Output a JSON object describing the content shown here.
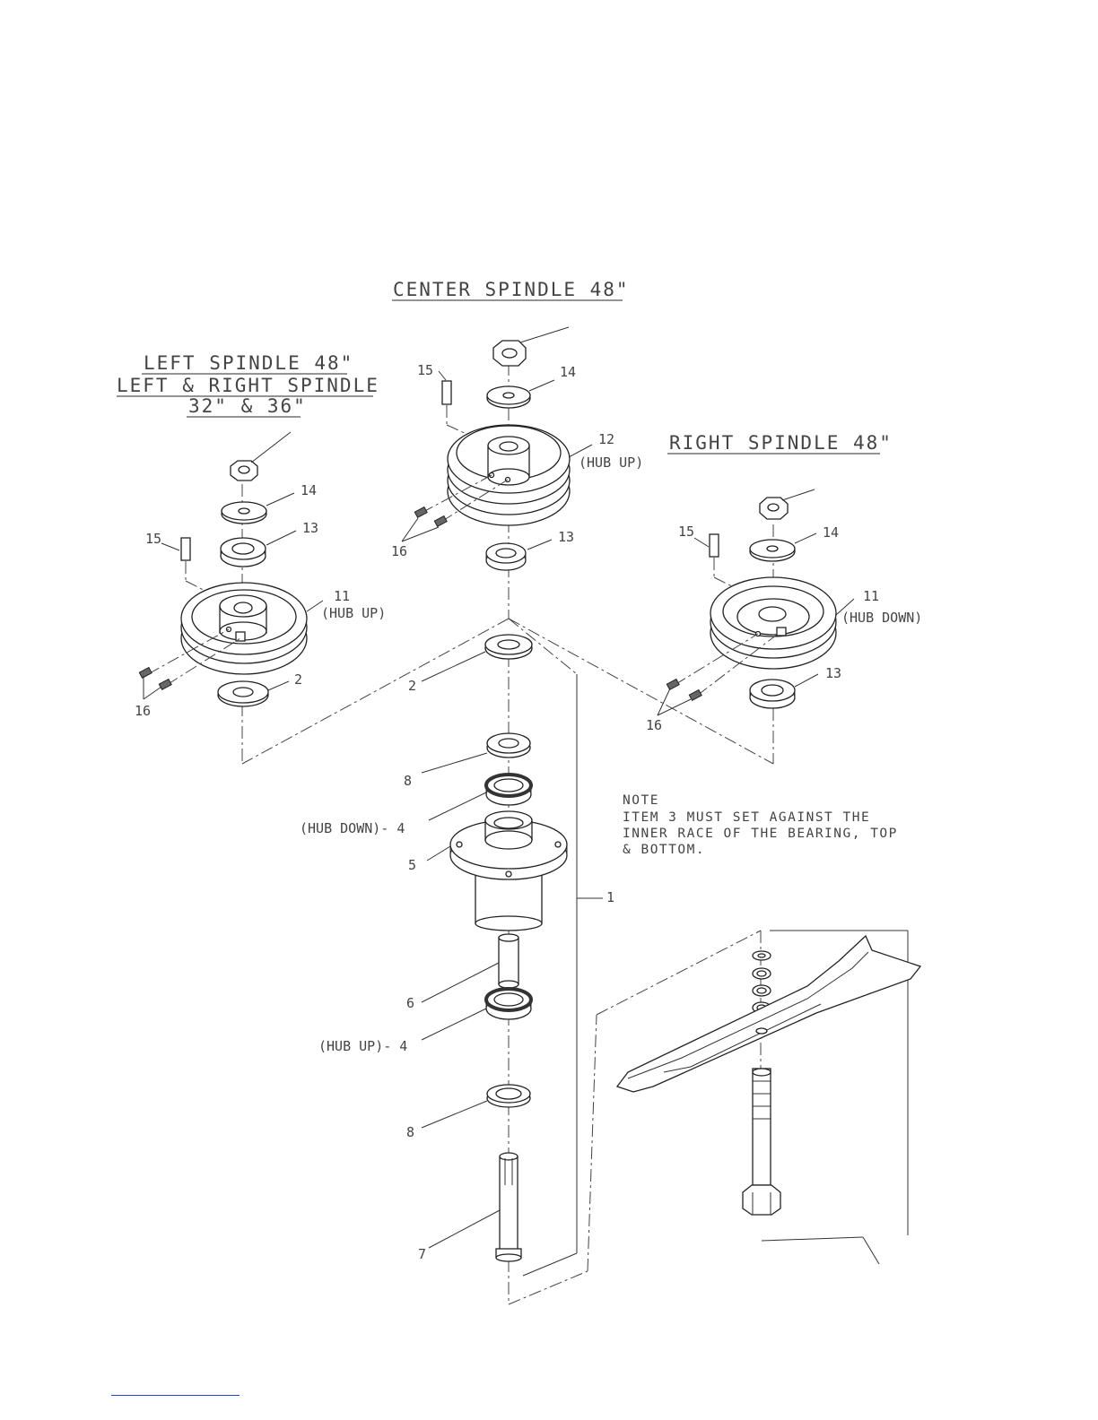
{
  "titles": {
    "center": "CENTER SPINDLE 48\"",
    "left_line1": "LEFT SPINDLE 48\"",
    "left_line2": "LEFT & RIGHT SPINDLE",
    "left_line3": "32\" & 36\"",
    "right": "RIGHT SPINDLE 48\""
  },
  "note": {
    "heading": "NOTE",
    "line1": "ITEM 3 MUST SET AGAINST THE",
    "line2": "INNER RACE OF THE BEARING, TOP",
    "line3": "& BOTTOM."
  },
  "callouts": {
    "c_15": "15",
    "c_14": "14",
    "c_12": "12",
    "c_12_hub": "(HUB UP)",
    "c_16": "16",
    "c_13": "13",
    "l_14": "14",
    "l_13": "13",
    "l_15": "15",
    "l_11": "11",
    "l_11_hub": "(HUB UP)",
    "l_2": "2",
    "l_16": "16",
    "r_15": "15",
    "r_14": "14",
    "r_11": "11",
    "r_11_hub": "(HUB DOWN)",
    "r_13": "13",
    "r_16": "16",
    "m_2": "2",
    "m_8a": "8",
    "m_4a": "(HUB DOWN)- 4",
    "m_5": "5",
    "m_1": "1",
    "m_6": "6",
    "m_4b": "(HUB UP)- 4",
    "m_8b": "8",
    "m_7": "7"
  }
}
